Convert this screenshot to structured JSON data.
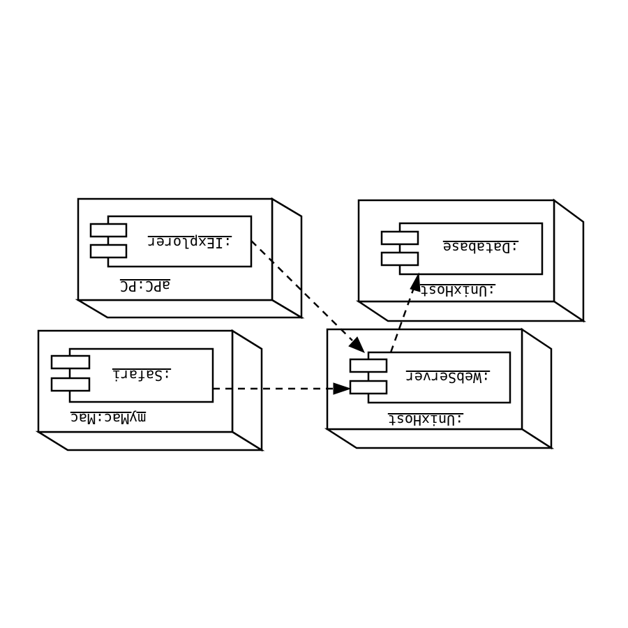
{
  "diagram": {
    "type": "uml-deployment",
    "nodes": [
      {
        "id": "pc",
        "label": "aPC:PC",
        "component": ":IExplorer"
      },
      {
        "id": "mac",
        "label": "myMac:Mac",
        "component": ":Safari"
      },
      {
        "id": "web",
        "label": ":UnixHost",
        "component": ":WebServer"
      },
      {
        "id": "db",
        "label": ":UnixHost",
        "component": ":Database"
      }
    ],
    "dependencies": [
      {
        "from": "pc",
        "to": "web"
      },
      {
        "from": "mac",
        "to": "web"
      },
      {
        "from": "web",
        "to": "db"
      }
    ]
  }
}
